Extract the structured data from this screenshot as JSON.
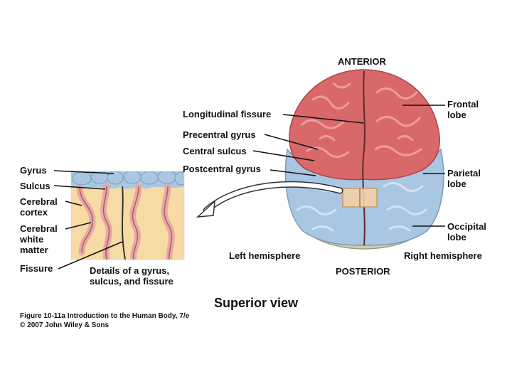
{
  "diagram": {
    "orientation": {
      "anterior": "ANTERIOR",
      "posterior": "POSTERIOR"
    },
    "brain_labels": {
      "longitudinal_fissure": "Longitudinal fissure",
      "precentral_gyrus": "Precentral gyrus",
      "central_sulcus": "Central sulcus",
      "postcentral_gyrus": "Postcentral gyrus",
      "frontal_lobe": "Frontal\nlobe",
      "parietal_lobe": "Parietal\nlobe",
      "occipital_lobe": "Occipital\nlobe",
      "left_hemisphere": "Left hemisphere",
      "right_hemisphere": "Right hemisphere"
    },
    "detail_labels": {
      "gyrus": "Gyrus",
      "sulcus": "Sulcus",
      "cerebral_cortex": "Cerebral\ncortex",
      "cerebral_white_matter": "Cerebral\nwhite\nmatter",
      "fissure": "Fissure",
      "detail_caption": "Details of a gyrus,\nsulcus, and fissure"
    },
    "view_title": "Superior view",
    "figure_caption": {
      "line1": "Figure 10-11a  Introduction to the Human Body, 7/e",
      "line2": "© 2007 John Wiley & Sons"
    },
    "colors": {
      "frontal": "#d9686a",
      "parietal": "#a9c7e3",
      "occipital": "#c9c7a8",
      "white_matter": "#f7dba4",
      "cortex_pink": "#e8a9a7"
    }
  }
}
